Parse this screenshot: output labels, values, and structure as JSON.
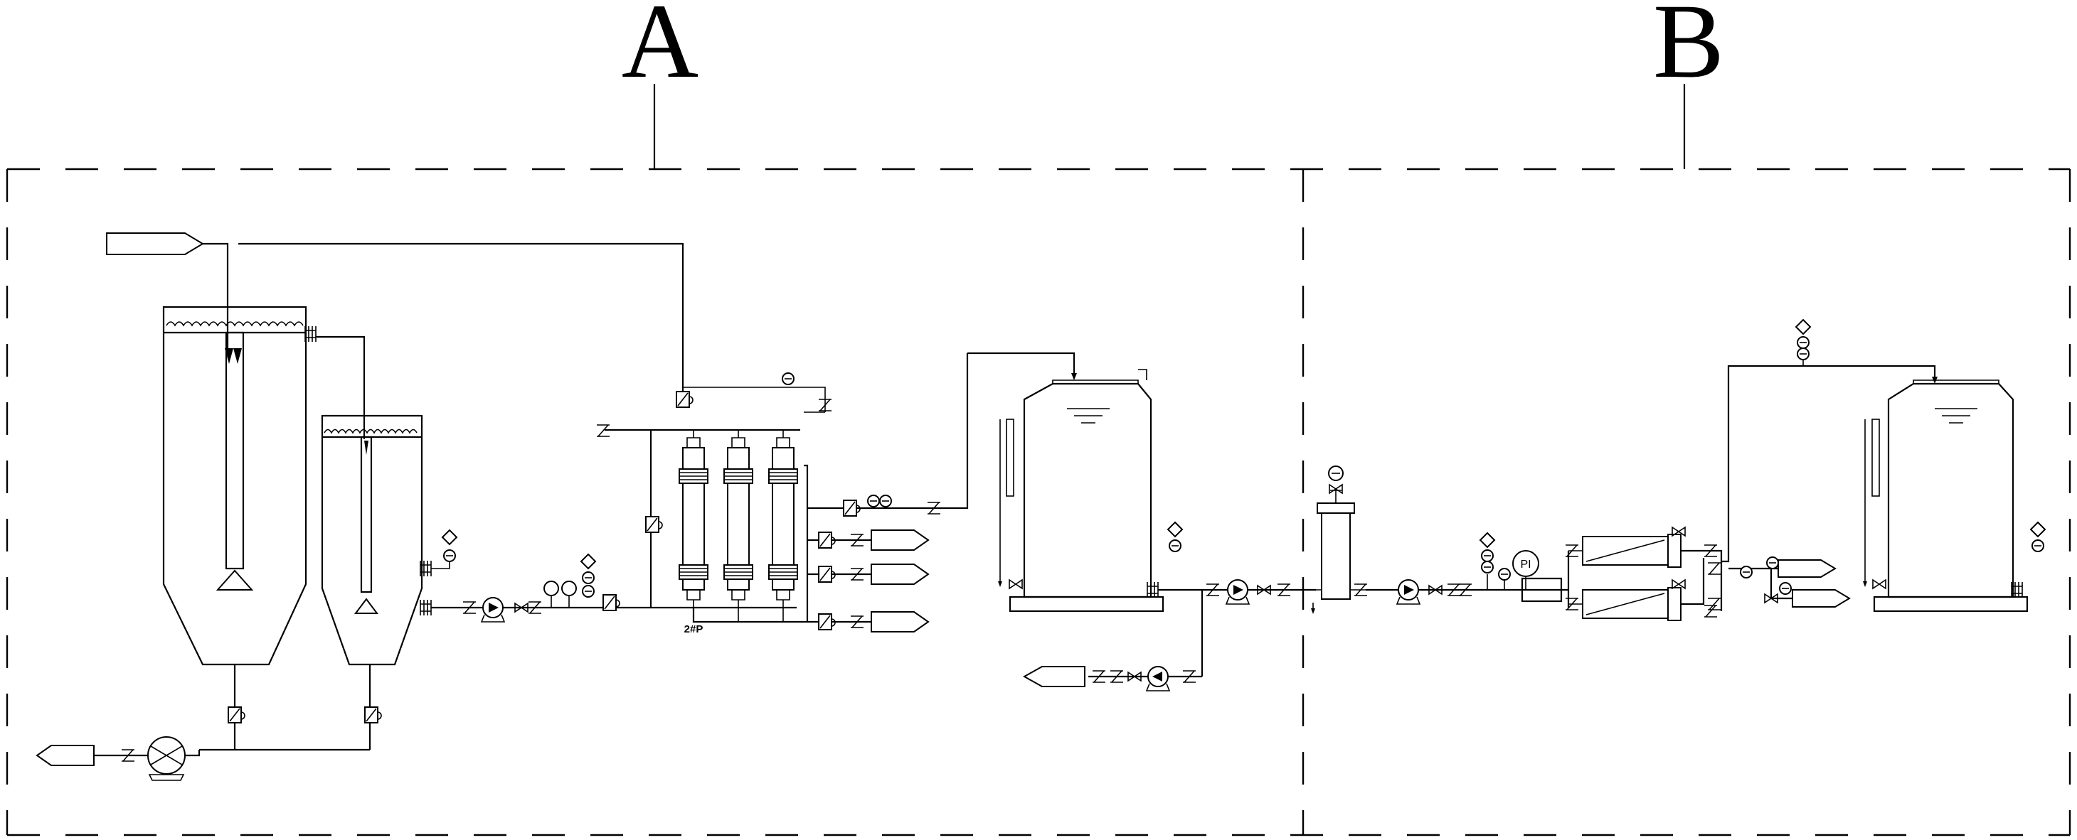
{
  "zones": {
    "a": {
      "label": "A"
    },
    "b": {
      "label": "B"
    }
  },
  "tags": {
    "uf_group": "2#P",
    "pi_gauge": "PI"
  }
}
